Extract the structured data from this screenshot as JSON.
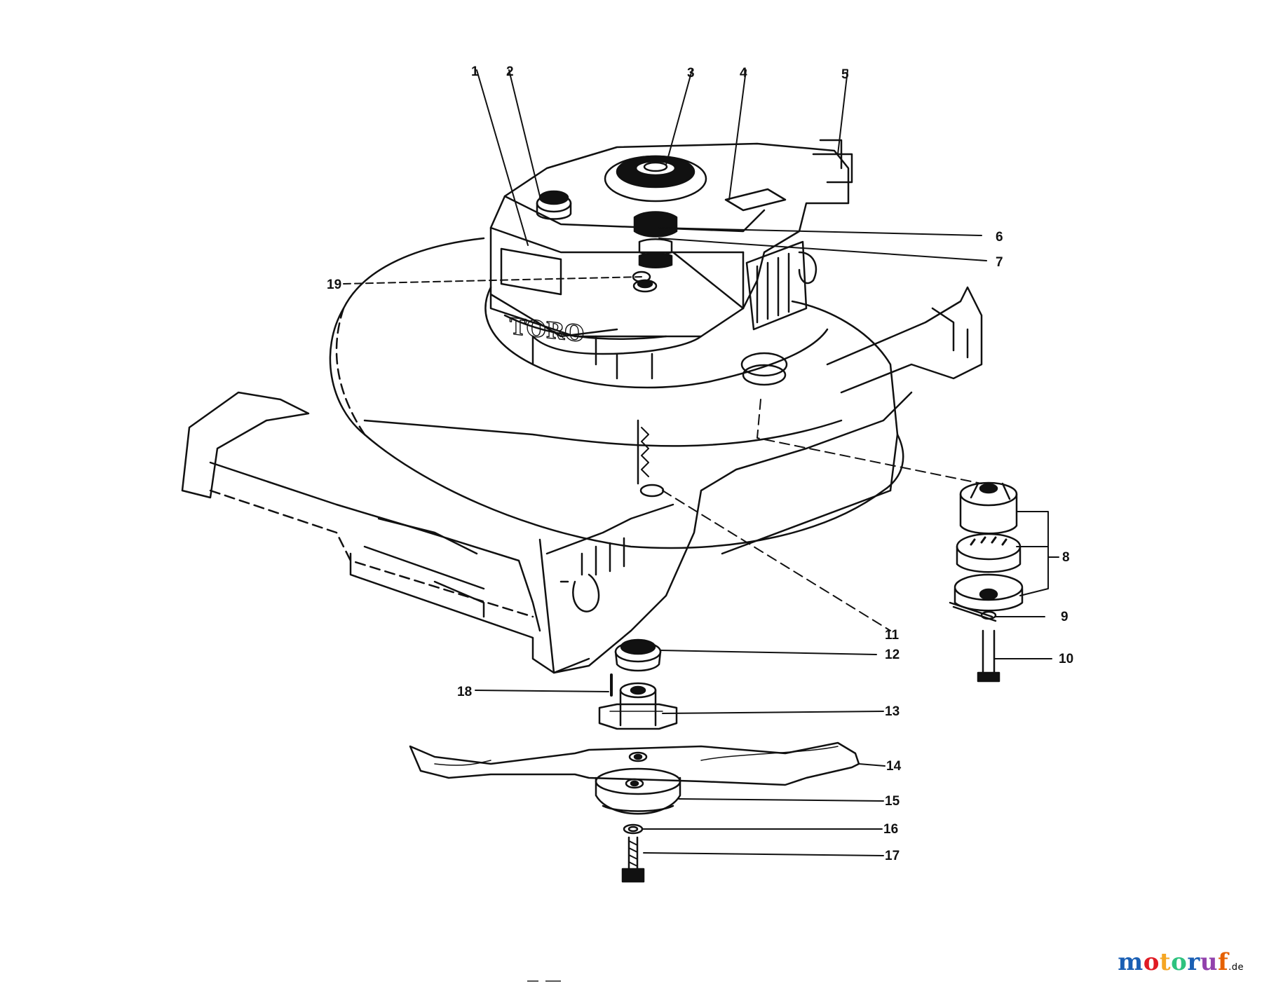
{
  "diagram": {
    "brand_text": "TORO",
    "callouts": [
      "1",
      "2",
      "3",
      "4",
      "5",
      "6",
      "7",
      "8",
      "9",
      "10",
      "11",
      "12",
      "13",
      "14",
      "15",
      "16",
      "17",
      "18",
      "19"
    ]
  },
  "watermark": {
    "text": "motoruf",
    "suffix": ".de",
    "colors": [
      "#1a5fb4",
      "#e01b24",
      "#f5a623",
      "#2ec27e",
      "#1a5fb4",
      "#9141ac",
      "#e66100"
    ]
  }
}
